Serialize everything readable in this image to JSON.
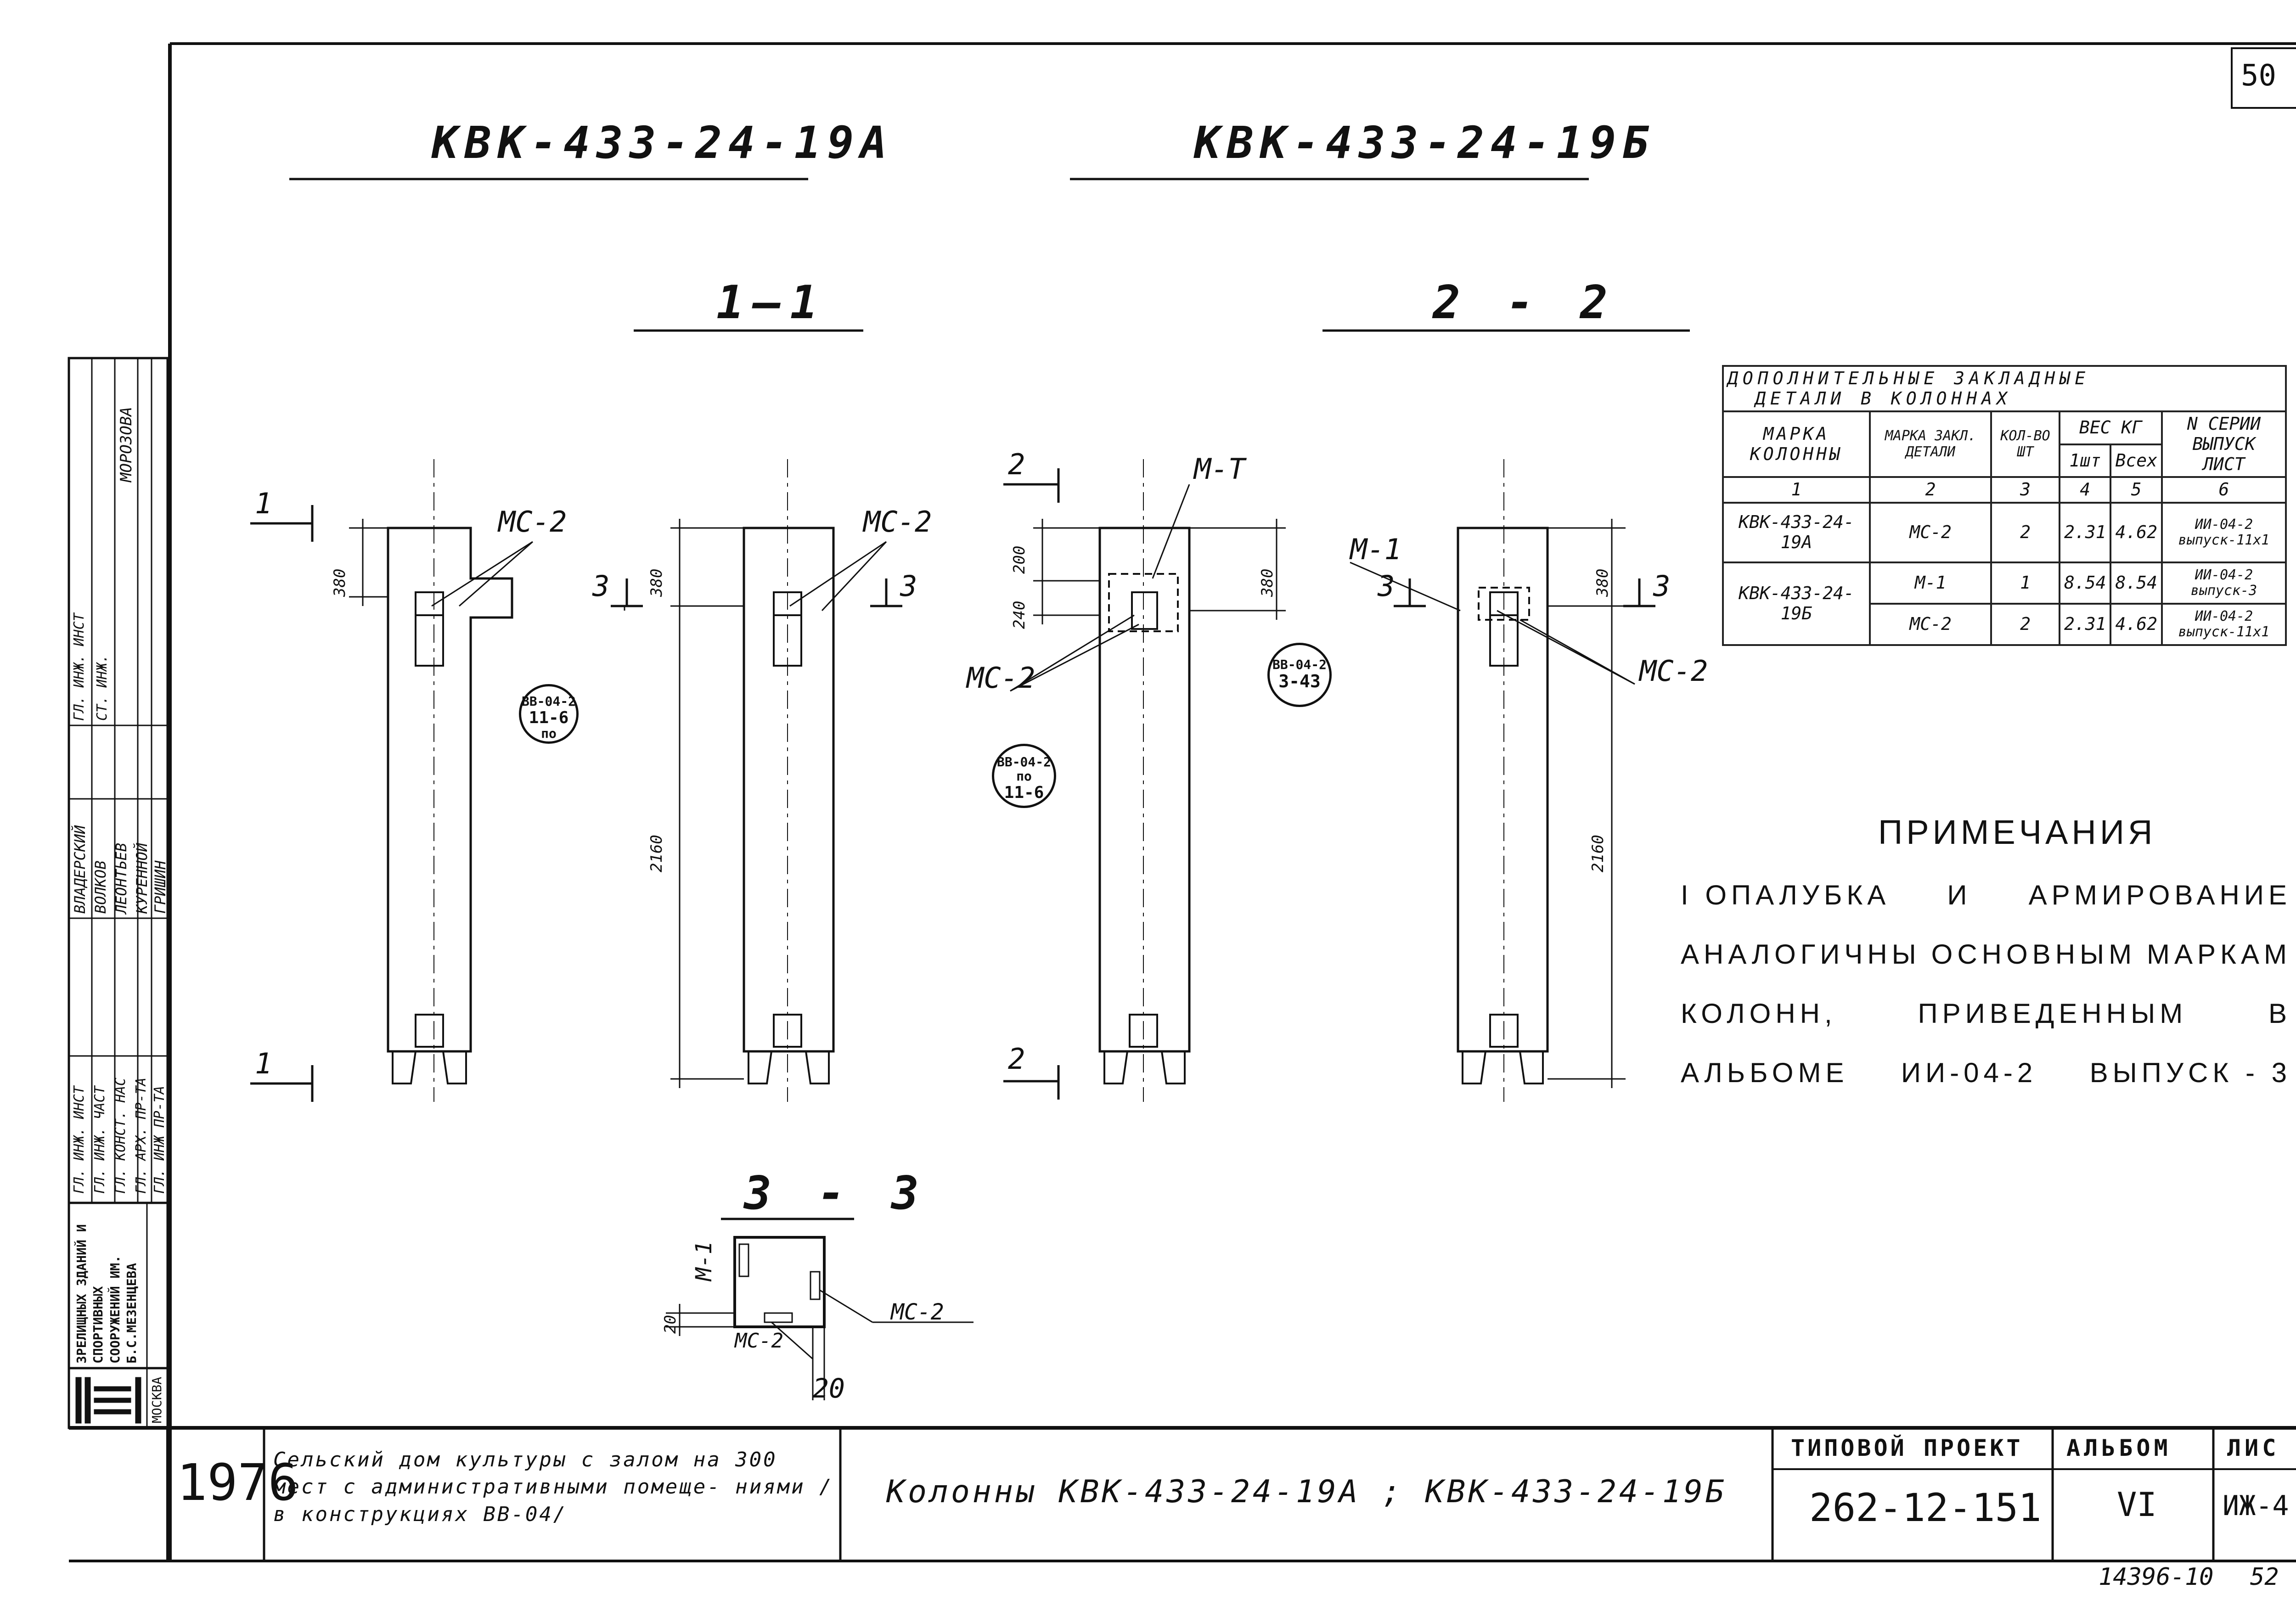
{
  "page_number": "50",
  "titles": {
    "left": "КВК-433-24-19А",
    "right": "КВК-433-24-19Б"
  },
  "sections": {
    "s11": "1—1",
    "s22": "2 - 2",
    "s33": "3 - 3"
  },
  "callouts": {
    "mc2": "МС-2",
    "m1": "М-1",
    "mt": "М-Т",
    "one": "1",
    "two": "2",
    "three": "3"
  },
  "dimensions": {
    "d380": "380",
    "d2160": "2160",
    "d240": "240",
    "d200": "200",
    "d20": "20"
  },
  "stamps": [
    {
      "top": "ВВ-04-2",
      "mid": "11-6",
      "bot": "по"
    },
    {
      "top": "ВВ-04-2",
      "mid": "11-6",
      "bot": "по"
    },
    {
      "top": "ВВ-04-2",
      "mid": "3-43",
      "bot": ""
    }
  ],
  "table": {
    "caption_line1": "ДОПОЛНИТЕЛЬНЫЕ ЗАКЛАДНЫЕ",
    "caption_line2": "ДЕТАЛИ В КОЛОННАХ",
    "h_mark": "МАРКА КОЛОННЫ",
    "h_part": "МАРКА ЗАКЛ. ДЕТАЛИ",
    "h_qty": "КОЛ-ВО ШТ",
    "h_weight": "ВЕС КГ",
    "h_1pc": "1шт",
    "h_all": "Всех",
    "h_series": "N СЕРИИ ВЫПУСК ЛИСТ",
    "col_numbers": [
      "1",
      "2",
      "3",
      "4",
      "5",
      "6"
    ],
    "rows": [
      {
        "mark": "КВК-433-24-19А",
        "part": "МС-2",
        "qty": "2",
        "w1": "2.31",
        "wall": "4.62",
        "series": "ИИ-04-2 выпуск-11х1"
      },
      {
        "mark": "КВК-433-24-19Б",
        "part": "М-1",
        "qty": "1",
        "w1": "8.54",
        "wall": "8.54",
        "series": "ИИ-04-2 выпуск-3"
      },
      {
        "mark": "",
        "part": "МС-2",
        "qty": "2",
        "w1": "2.31",
        "wall": "4.62",
        "series": "ИИ-04-2 выпуск-11х1"
      }
    ]
  },
  "notes": {
    "heading": "ПРИМЕЧАНИЯ",
    "line1": [
      "I ОПАЛУБКА",
      "И",
      "АРМИРОВАНИЕ"
    ],
    "line2": [
      "АНАЛОГИЧНЫ",
      "ОСНОВНЫМ",
      "МАРКАМ"
    ],
    "line3": [
      "КОЛОНН,",
      "ПРИВЕДЕННЫМ",
      "В"
    ],
    "line4": [
      "АЛЬБОМЕ",
      "ИИ-04-2",
      "ВЫПУСК - 3"
    ]
  },
  "side_stamp": {
    "roles": [
      "ГЛ. ИНЖ. ИНСТ",
      "ГЛ. ИНЖ. ЧАСТ",
      "ГЛ. КОНСТ. НАС",
      "ГЛ. АРХ. ПР-ТА",
      "ГЛ. ИНЖ ПР-ТА"
    ],
    "names": [
      "ВЛАДЕРСКИЙ",
      "ВОЛКОВ",
      "ЛЕОНТЬЕВ",
      "КУРЕННОЙ",
      "ГРИШИН"
    ],
    "extra": [
      "СТ. ИНЖ.",
      "МОРОЗОВА"
    ],
    "org": "ЗРЕЛИЩНЫХ ЗДАНИЙ И СПОРТИВНЫХ СООРУЖЕНИЙ ИМ. Б.С.МЕЗЕНЦЕВА",
    "city": "МОСКВА"
  },
  "title_block": {
    "year": "1976",
    "description": "Сельский дом культуры с залом на 300 мест с административными помеще- ниями / в конструкциях ВВ-04/",
    "drawing_title": "Колонны КВК-433-24-19А ; КВК-433-24-19Б",
    "project_label": "ТИПОВОЙ ПРОЕКТ",
    "project_number": "262-12-151",
    "album_label": "АЛЬБОМ",
    "album_number": "VI",
    "sheet_label": "ЛИС",
    "sheet_code": "ИЖ-4",
    "inventory": "14396-10",
    "sheet_num": "52"
  }
}
